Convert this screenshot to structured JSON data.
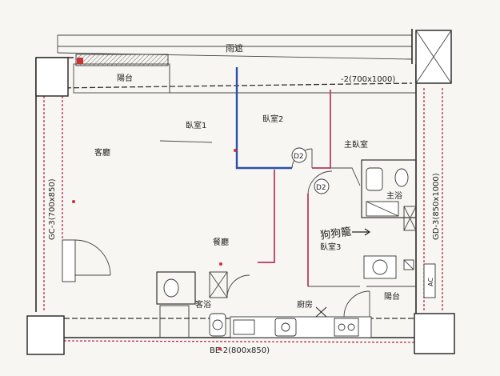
{
  "plan": {
    "colors": {
      "wall": "#2a2a2a",
      "structural_red": "#b5203a",
      "blue_wall": "#2b4fa8",
      "pink_wall": "#c0506a"
    },
    "labels": {
      "canopy": "雨遮",
      "balcony_top": "陽台",
      "beam_top": "-2(700x1000)",
      "bedroom1": "臥室1",
      "bedroom2": "臥室2",
      "master_bedroom": "主臥室",
      "living_room": "客廳",
      "dining_room": "餐廳",
      "master_bath": "主浴",
      "bedroom3": "臥室3",
      "guest_bath": "客浴",
      "kitchen": "廚房",
      "balcony_bottom": "陽台",
      "column_left": "GC-3(700x850)",
      "column_right": "GD-3(850x1000)",
      "beam_bottom": "BE-2(800x850)",
      "door_d2_a": "D2",
      "door_d2_b": "D2",
      "handwritten_note": "狗狗籠",
      "ac_label": "AC"
    }
  }
}
